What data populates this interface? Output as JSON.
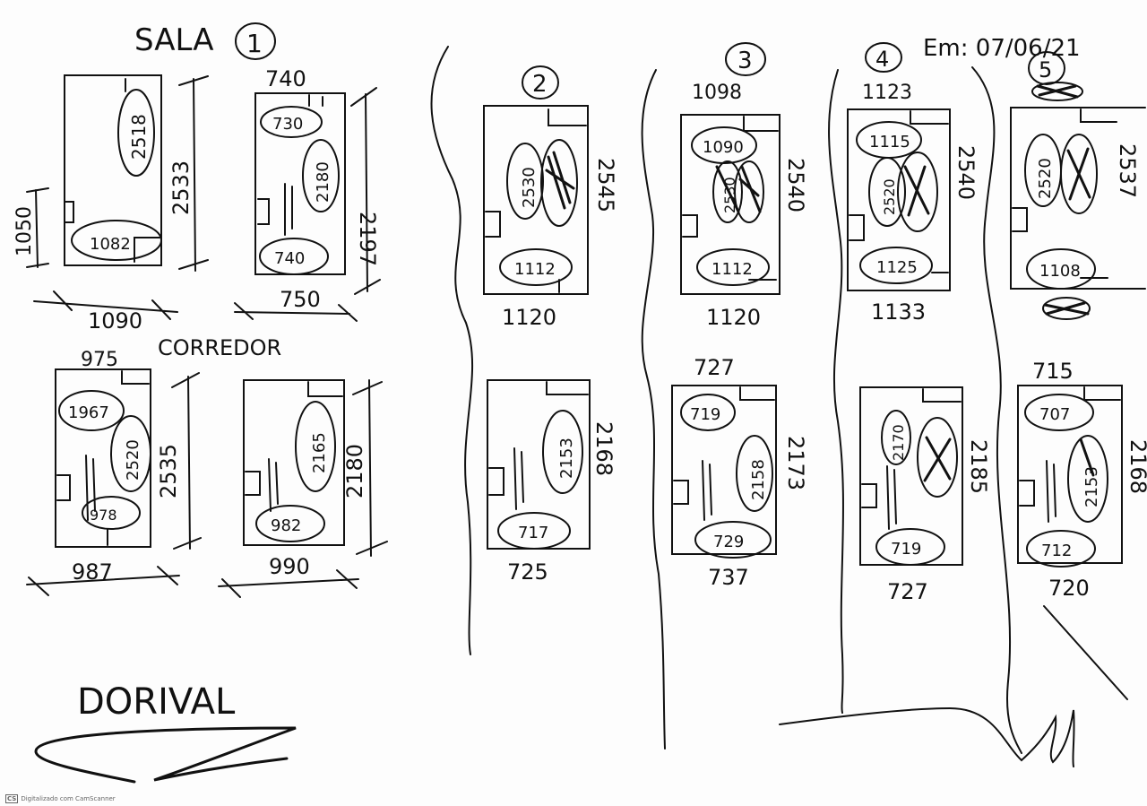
{
  "header": {
    "title": "SALA",
    "title_number": "1",
    "date": "Em: 07/06/21",
    "corridor_label": "CORREDOR",
    "signature": "DORIVAL"
  },
  "columns": [
    {
      "number": "2"
    },
    {
      "number": "3"
    },
    {
      "number": "4"
    },
    {
      "number": "5"
    }
  ],
  "rooms": {
    "sala_left": {
      "inner_a": "2518",
      "inner_b": "1082",
      "height": "2533",
      "width": "1090",
      "side": "1050"
    },
    "sala_right": {
      "top": "740",
      "inner_a": "730",
      "inner_b": "2180",
      "inner_c": "740",
      "height": "2197",
      "width": "750"
    },
    "corr_left": {
      "top": "975",
      "inner_a": "1967",
      "inner_b": "2520",
      "inner_c": "978",
      "height": "2535",
      "width": "987"
    },
    "corr_right": {
      "inner_a": "2165",
      "inner_b": "982",
      "height": "2180",
      "width": "990"
    },
    "c2_top": {
      "inner_a": "2530",
      "inner_b": "1112",
      "height": "2545",
      "width": "1120"
    },
    "c2_bot": {
      "inner_a": "2153",
      "inner_b": "717",
      "height": "2168",
      "width": "725"
    },
    "c3_top": {
      "top": "1098",
      "inner_a": "1090",
      "inner_b": "2530",
      "inner_c": "1112",
      "height": "2540",
      "width": "1120"
    },
    "c3_bot": {
      "top": "727",
      "inner_a": "719",
      "inner_b": "2158",
      "inner_c": "729",
      "height": "2173",
      "width": "737"
    },
    "c4_top": {
      "top": "1123",
      "inner_a": "1115",
      "inner_b": "2520",
      "inner_c": "1125",
      "height": "2540",
      "width": "1133"
    },
    "c4_bot": {
      "inner_a": "2170",
      "inner_b": "719",
      "height": "2185",
      "width": "727"
    },
    "c5_top": {
      "inner_a": "2520",
      "inner_b": "1108",
      "height": "2537"
    },
    "c5_bot": {
      "top": "715",
      "inner_a": "707",
      "inner_b": "2153",
      "inner_c": "712",
      "height": "2168",
      "width": "720"
    }
  },
  "footer": {
    "badge": "CS",
    "text": "Digitalizado com CamScanner"
  }
}
